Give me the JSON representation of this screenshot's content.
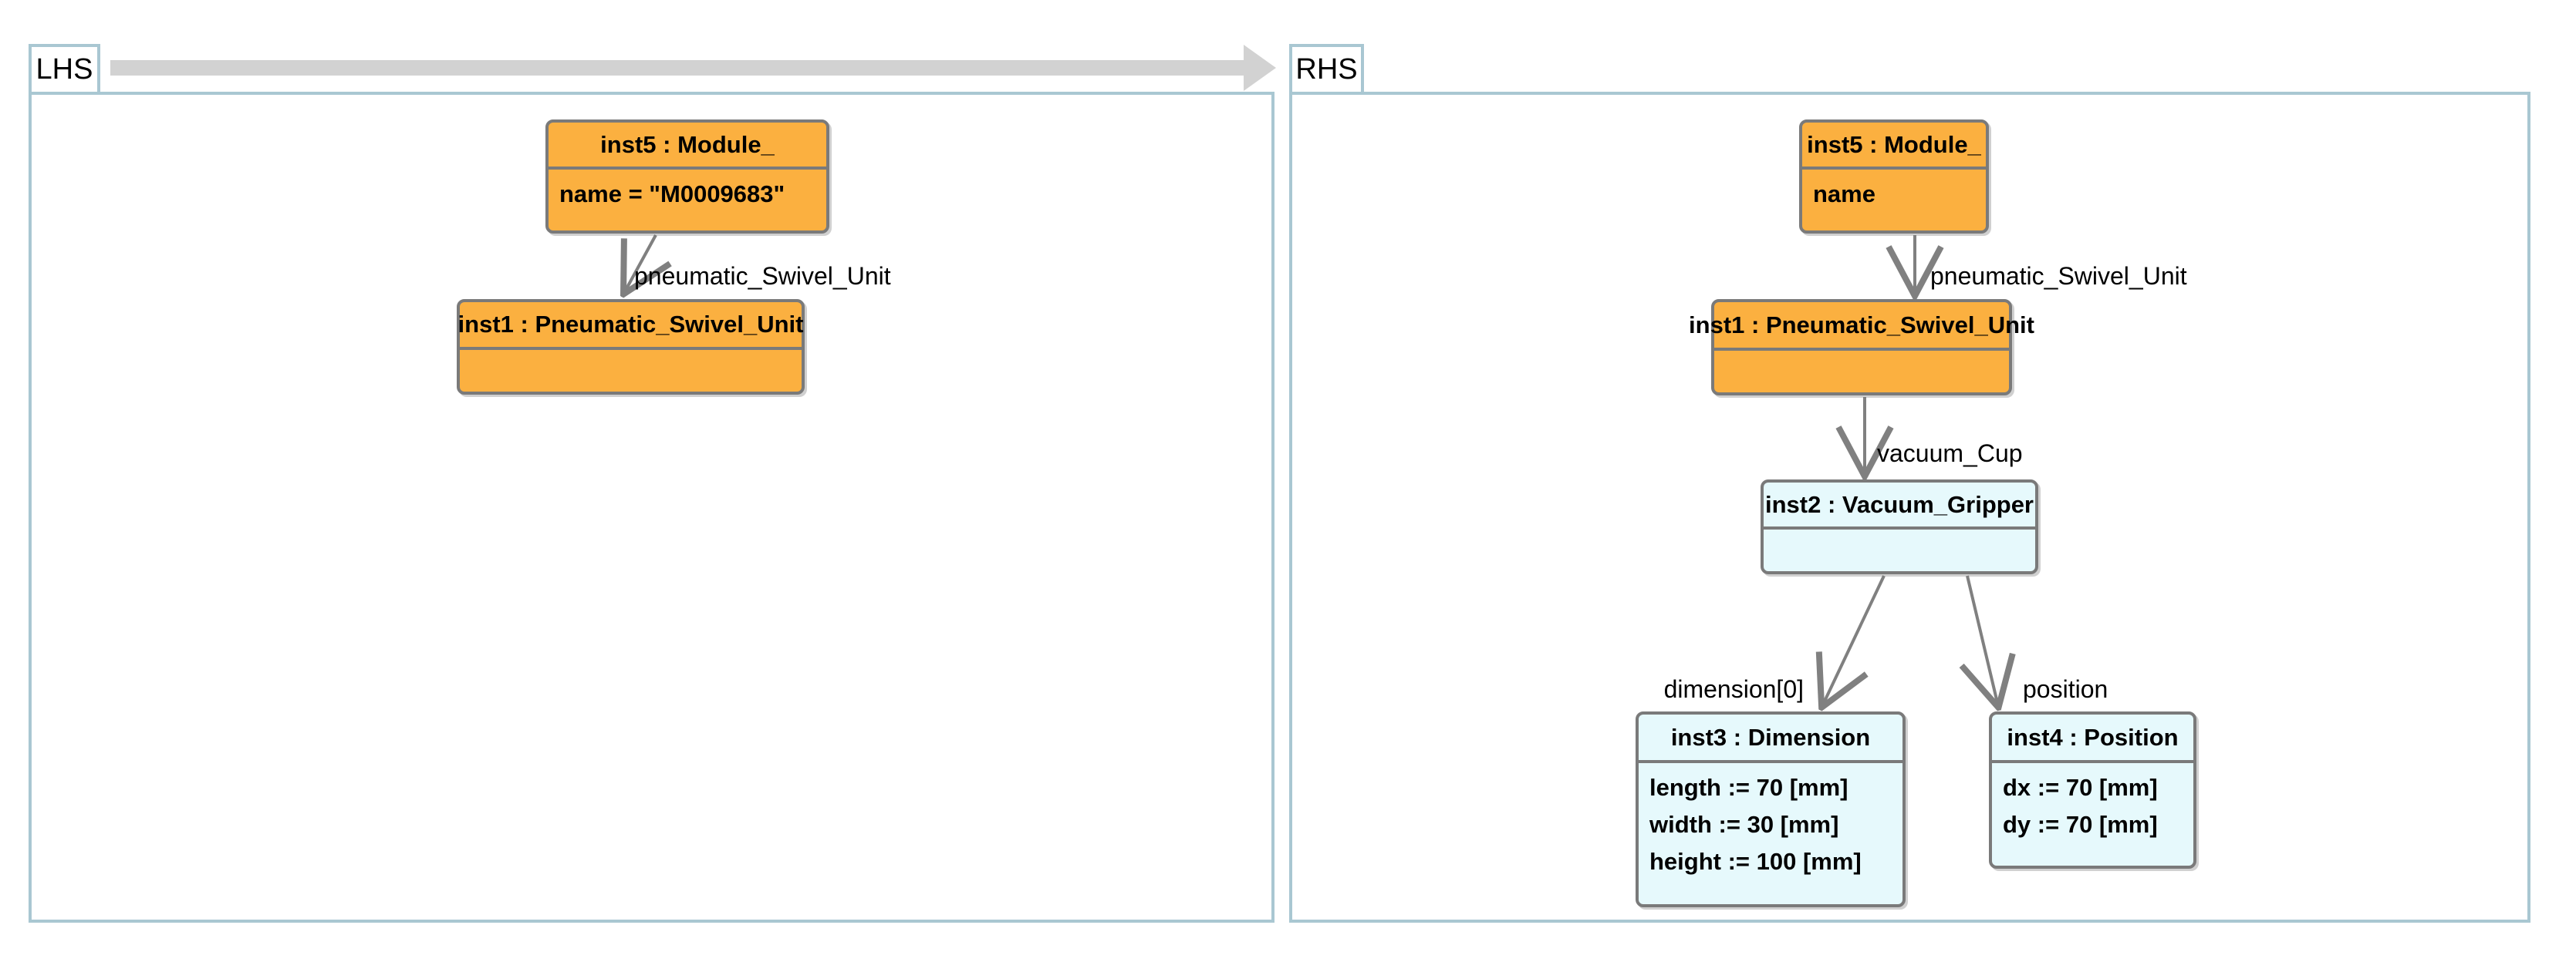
{
  "colors": {
    "node_orange": "#fbb040",
    "node_blue": "#e6f9fc",
    "node_border": "#7a7a7a",
    "edge_gray": "#808080",
    "panel_border": "#a9c7d2",
    "transform_arrow": "#d2d2d2"
  },
  "lhs": {
    "tab_label": "LHS",
    "nodes": [
      {
        "title": "inst5 : Module_",
        "attributes": [
          "name = \"M0009683\""
        ]
      },
      {
        "title": "inst1 : Pneumatic_Swivel_Unit",
        "attributes": []
      }
    ],
    "edges": [
      {
        "label": "pneumatic_Swivel_Unit"
      }
    ]
  },
  "rhs": {
    "tab_label": "RHS",
    "nodes": [
      {
        "title": "inst5 : Module_",
        "attributes": [
          "name"
        ]
      },
      {
        "title": "inst1 : Pneumatic_Swivel_Unit",
        "attributes": []
      },
      {
        "title": "inst2 : Vacuum_Gripper",
        "attributes": []
      },
      {
        "title": "inst3 : Dimension",
        "attributes": [
          "length := 70 [mm]",
          "width := 30 [mm]",
          "height := 100 [mm]"
        ]
      },
      {
        "title": "inst4 : Position",
        "attributes": [
          "dx := 70 [mm]",
          "dy := 70 [mm]"
        ]
      }
    ],
    "edges": [
      {
        "label": "pneumatic_Swivel_Unit"
      },
      {
        "label": "vacuum_Cup"
      },
      {
        "label": "dimension[0]"
      },
      {
        "label": "position"
      }
    ]
  }
}
